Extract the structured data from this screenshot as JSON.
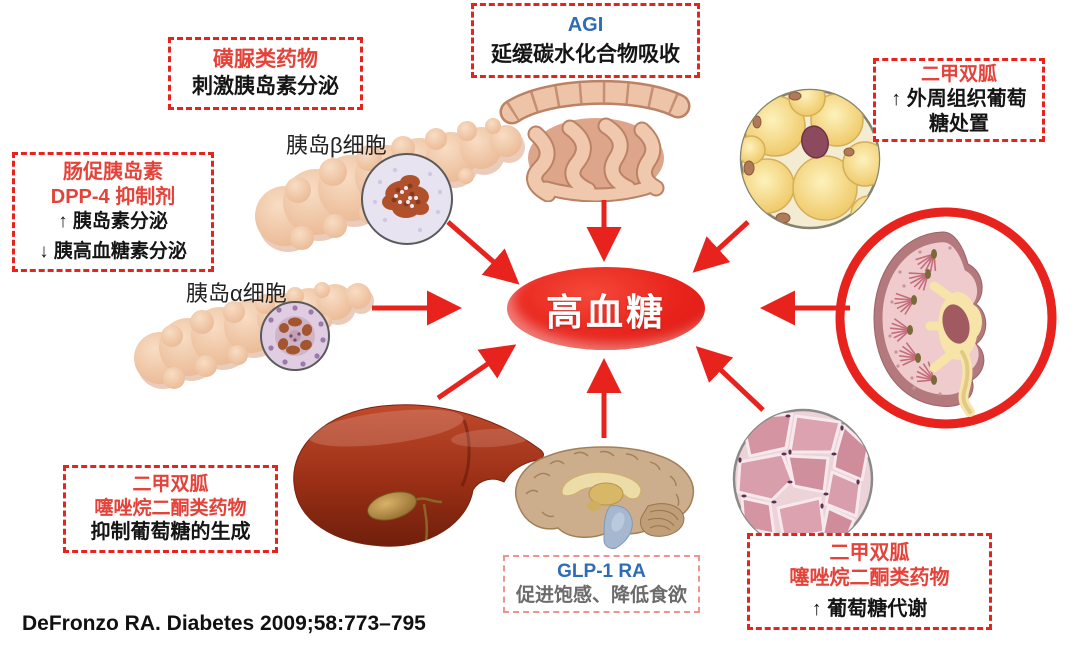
{
  "center": {
    "label": "高血糖"
  },
  "boxes": {
    "sulfonylurea": {
      "title": "磺脲类药物",
      "body": "刺激胰岛素分泌"
    },
    "agi": {
      "title": "AGI",
      "body": "延缓碳水化合物吸收"
    },
    "metformin_adipose": {
      "title": "二甲双胍",
      "body": "↑ 外周组织葡萄糖处置"
    },
    "incretin_dpp4": {
      "title_line1": "肠促胰岛素",
      "title_line2": "DPP-4 抑制剂",
      "body_line1": "↑ 胰岛素分泌",
      "body_line2": "↓ 胰高血糖素分泌"
    },
    "metformin_tzd_liver": {
      "title_line1": "二甲双胍",
      "title_line2": "噻唑烷二酮类药物",
      "body": "抑制葡萄糖的生成"
    },
    "glp1_ra": {
      "title": "GLP-1 RA",
      "body": "促进饱感、降低食欲"
    },
    "metformin_tzd_muscle": {
      "title_line1": "二甲双胍",
      "title_line2": "噻唑烷二酮类药物",
      "body": "↑ 葡萄糖代谢"
    }
  },
  "organ_labels": {
    "beta_cells": "胰岛β细胞",
    "alpha_cells": "胰岛α细胞"
  },
  "citation": "DeFronzo RA. Diabetes 2009;58:773–795",
  "colors": {
    "red": "#e8231d",
    "red_text": "#e5423a",
    "blue": "#2e6db4",
    "black": "#151515",
    "gray": "#6b6b6b"
  }
}
